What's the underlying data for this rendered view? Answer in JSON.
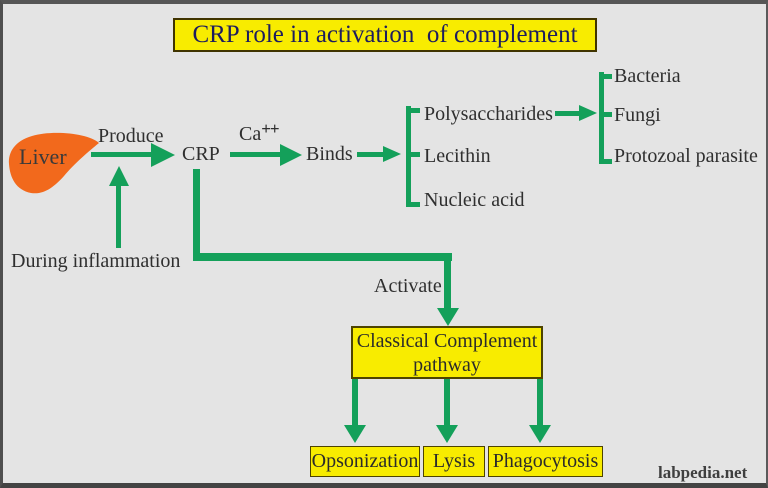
{
  "title": "CRP role in activation  of complement",
  "watermark": "labpedia.net",
  "colors": {
    "green": "#14a05a",
    "yellow": "#f8ec00",
    "orange": "#f2691c",
    "box_border": "#4e4400",
    "title_text": "#1d1d5f",
    "text": "#2f2f2f"
  },
  "labels": {
    "liver": "Liver",
    "produce": "Produce",
    "during_inflammation": "During inflammation",
    "crp": "CRP",
    "ca": "Ca",
    "ca_superscript": "++",
    "binds": "Binds",
    "activate": "Activate"
  },
  "ligands": [
    "Polysaccharides",
    "Lecithin",
    "Nucleic acid"
  ],
  "organisms": [
    "Bacteria",
    "Fungi",
    "Protozoal parasite"
  ],
  "pathway_box": {
    "line1": "Classical Complement",
    "line2": "pathway"
  },
  "outcomes": [
    "Opsonization",
    "Lysis",
    "Phagocytosis"
  ]
}
